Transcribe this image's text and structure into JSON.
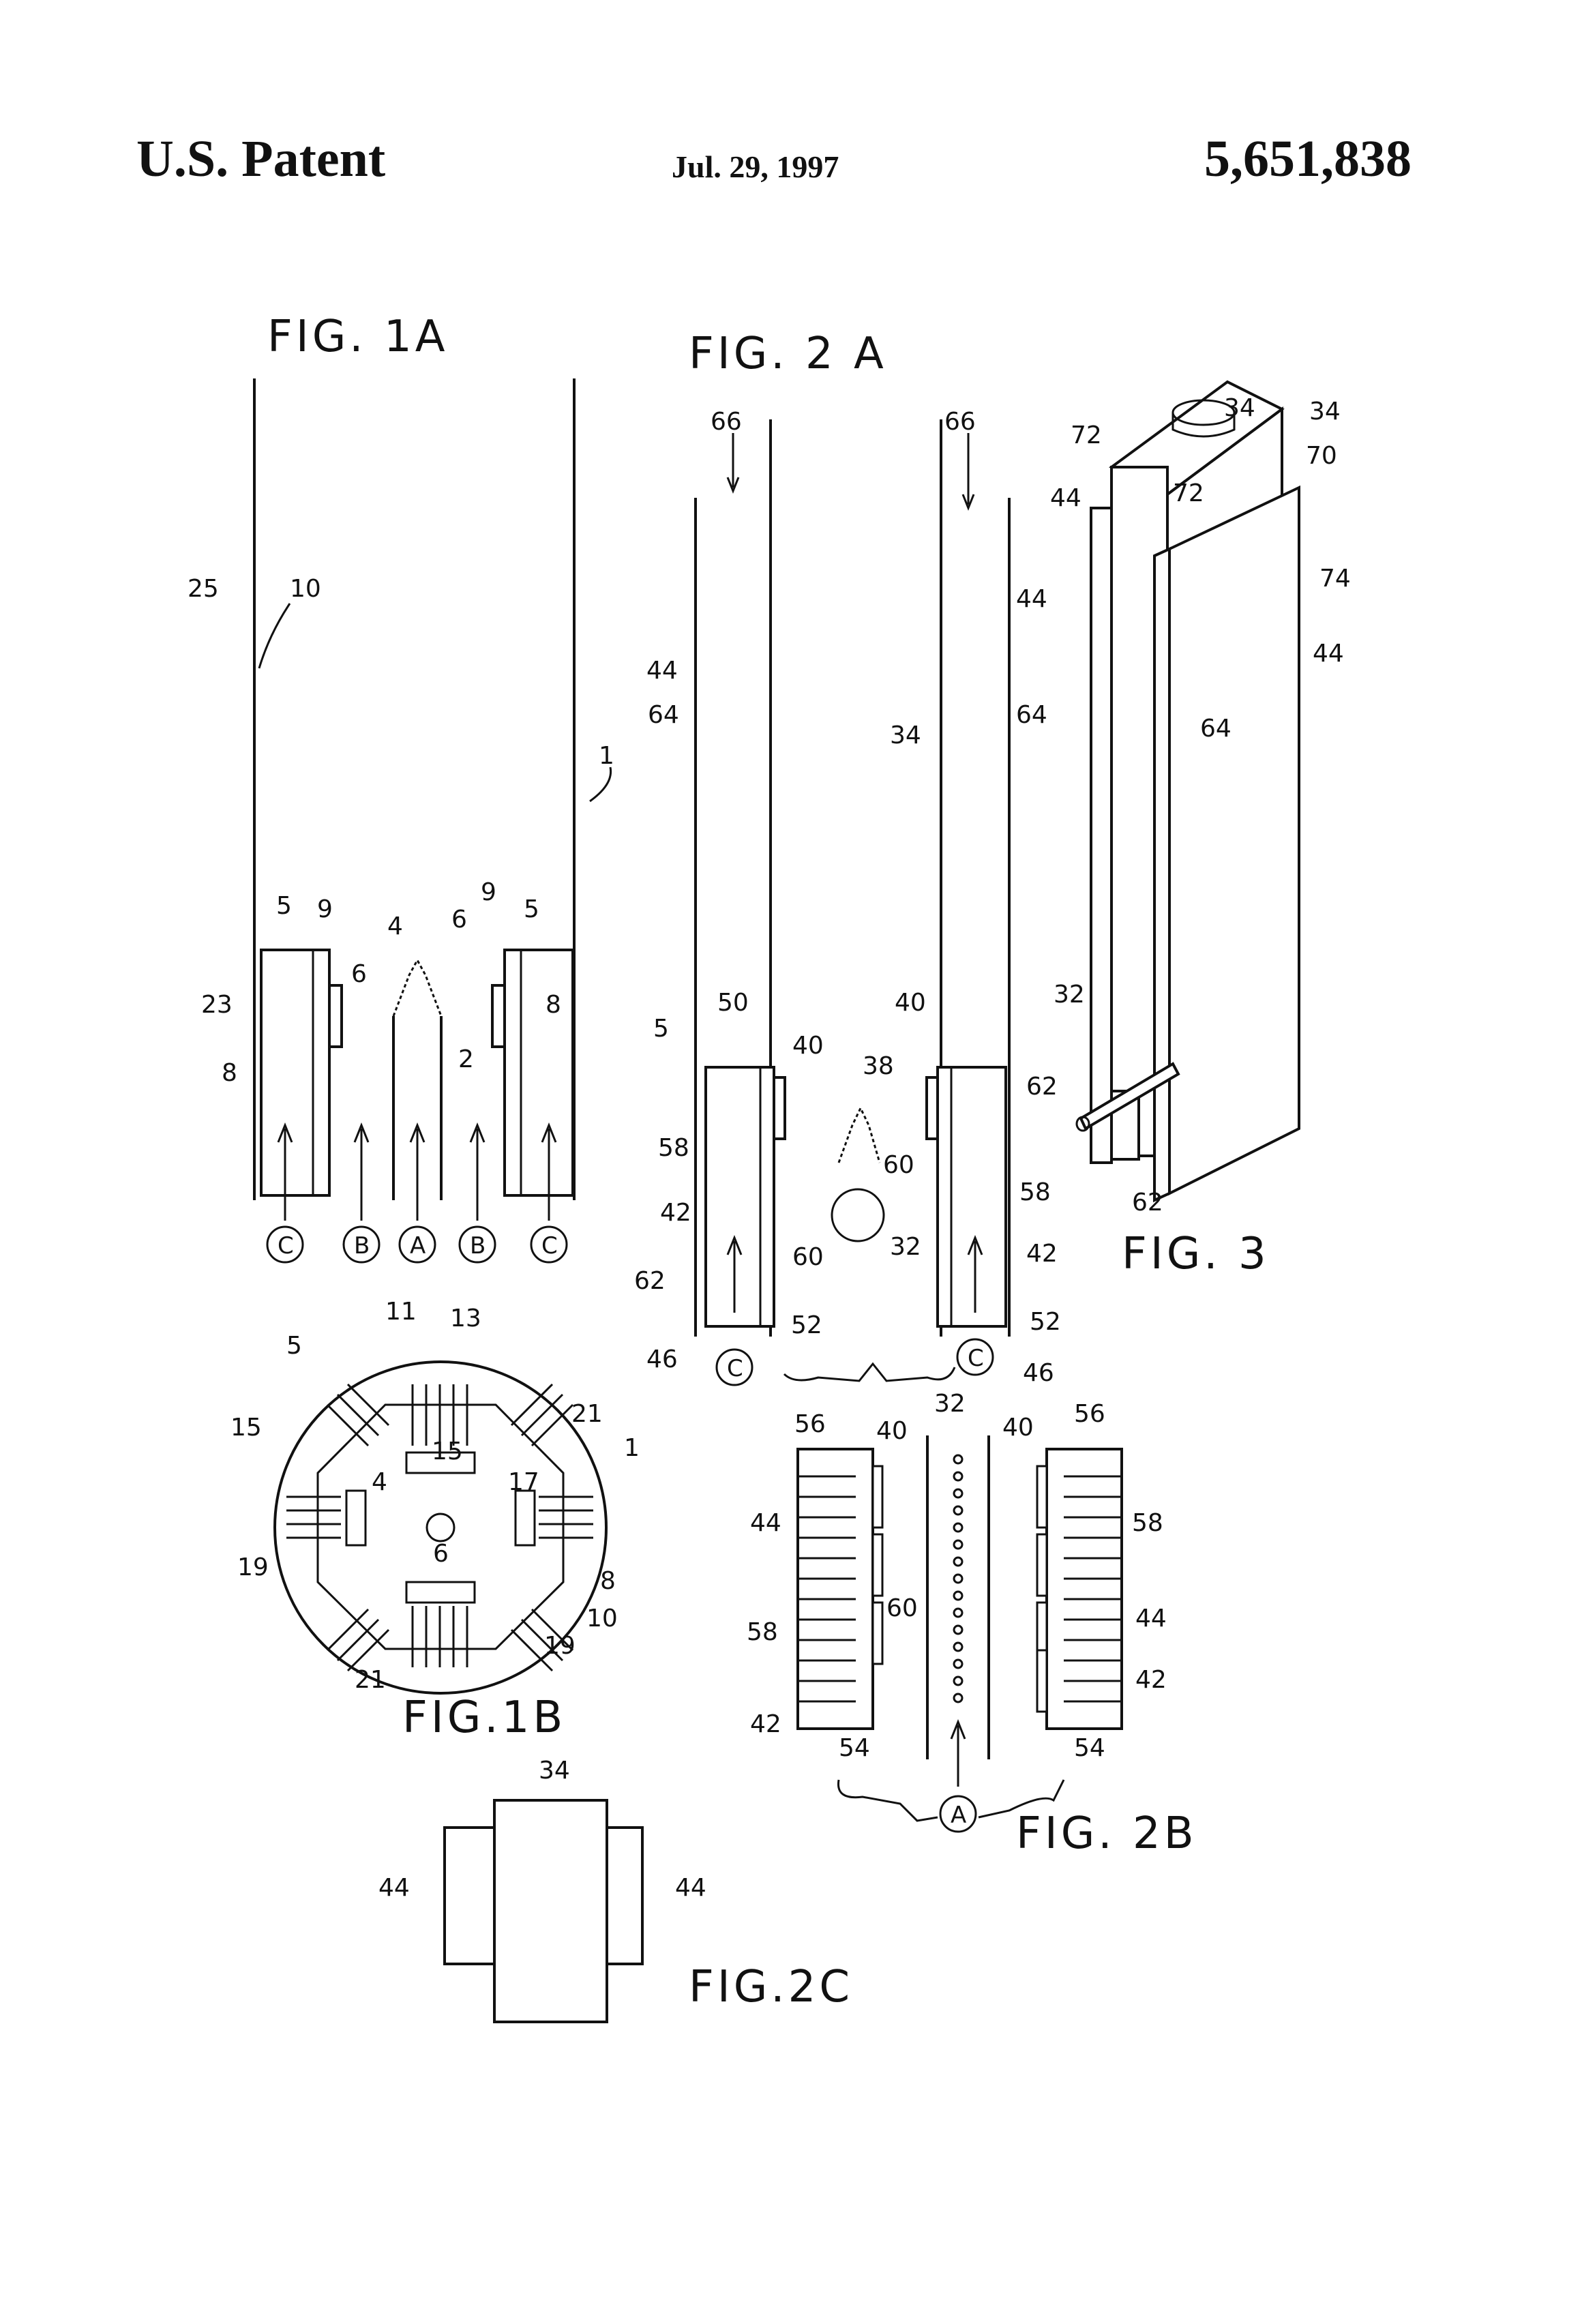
{
  "header": {
    "left": "U.S. Patent",
    "date": "Jul. 29, 1997",
    "number": "5,651,838"
  },
  "figures": {
    "fig1a": "FIG. 1A",
    "fig2a": "FIG. 2 A",
    "fig3": "FIG. 3",
    "fig1b": "FIG.1B",
    "fig2b": "FIG. 2B",
    "fig2c": "FIG.2C"
  },
  "refs": {
    "r1": "1",
    "r2": "2",
    "r4": "4",
    "r5": "5",
    "r6": "6",
    "r8": "8",
    "r9": "9",
    "r10": "10",
    "r11": "11",
    "r13": "13",
    "r15": "15",
    "r17": "17",
    "r19": "19",
    "r21": "21",
    "r23": "23",
    "r25": "25",
    "r32": "32",
    "r34": "34",
    "r38": "38",
    "r40": "40",
    "r42": "42",
    "r44": "44",
    "r46": "46",
    "r50": "50",
    "r52": "52",
    "r54": "54",
    "r56": "56",
    "r58": "58",
    "r60": "60",
    "r62": "62",
    "r64": "64",
    "r66": "66",
    "r70": "70",
    "r72": "72",
    "r74": "74"
  },
  "flows": {
    "a": "A",
    "b": "B",
    "c": "C"
  }
}
